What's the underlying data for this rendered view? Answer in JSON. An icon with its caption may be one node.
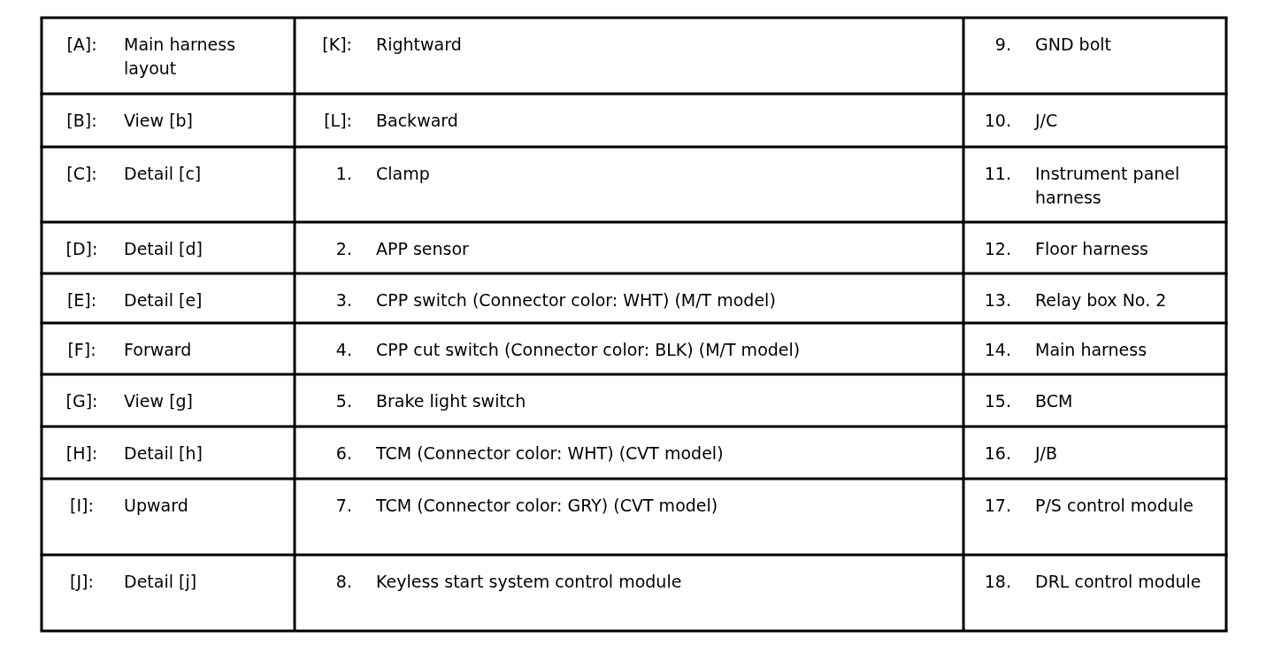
{
  "diagram": {
    "labels": [
      "[A]:",
      "Main harness layout",
      "[K]:",
      "Rightward",
      "9.",
      "GND bolt",
      "[B]:",
      "View [b]",
      "[L]:",
      "Backward",
      "10.",
      "J/C",
      "[C]:",
      "Detail [c]",
      "1.",
      "Clamp",
      "11.",
      "Instrument panel harness",
      "[D]:",
      "Detail [d]",
      "2.",
      "APP sensor",
      "12.",
      "Floor harness",
      "[E]:",
      "Detail [e]",
      "3.",
      "CPP switch (Connector color: WHT) (M/T model)",
      "13.",
      "Relay box No. 2",
      "[F]:",
      "Forward",
      "4.",
      "CPP cut switch (Connector color: BLK) (M/T model)",
      "14.",
      "Main harness",
      "[G]:",
      "View [g]",
      "5.",
      "Brake light switch",
      "15.",
      "BCM",
      "[H]:",
      "Detail [h]",
      "6.",
      "TCM (Connector color: WHT) (CVT model)",
      "16.",
      "J/B",
      "[I]:",
      "Upward",
      "7.",
      "TCM (Connector color: GRY) (CVT model)",
      "17.",
      "P/S control module",
      "[J]:",
      "Detail [j]",
      "8.",
      "Keyless start system control module",
      "18.",
      "DRL control module"
    ]
  }
}
